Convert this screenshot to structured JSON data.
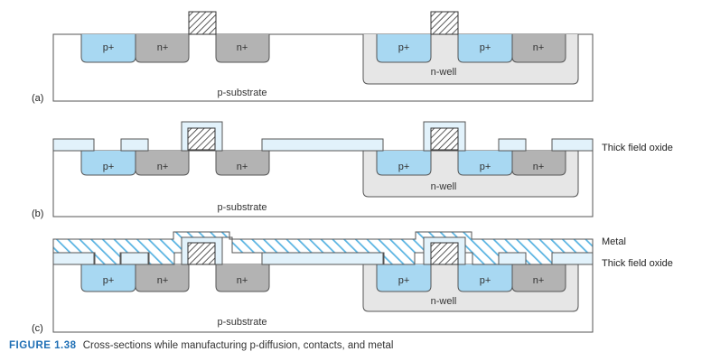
{
  "panels": [
    {
      "tag": "(a)",
      "substrate": "p-substrate",
      "nwell": "n-well",
      "diffusions": [
        "p+",
        "n+",
        "n+",
        "p+",
        "p+",
        "n+"
      ]
    },
    {
      "tag": "(b)",
      "substrate": "p-substrate",
      "nwell": "n-well",
      "diffusions": [
        "p+",
        "n+",
        "n+",
        "p+",
        "p+",
        "n+"
      ],
      "side_labels": [
        "Thick field oxide"
      ]
    },
    {
      "tag": "(c)",
      "substrate": "p-substrate",
      "nwell": "n-well",
      "diffusions": [
        "p+",
        "n+",
        "n+",
        "p+",
        "p+",
        "n+"
      ],
      "side_labels": [
        "Metal",
        "Thick field oxide"
      ]
    }
  ],
  "colors": {
    "p_diffusion": "#a8d8f2",
    "n_diffusion": "#b3b3b3",
    "n_well": "#e6e6e6",
    "oxide": "#e2f2fb",
    "metal_hatch": "#5ab4e2",
    "outline": "#555555"
  },
  "caption": {
    "figure": "FIGURE 1.38",
    "text": "Cross-sections while manufacturing p-diffusion, contacts, and metal"
  }
}
